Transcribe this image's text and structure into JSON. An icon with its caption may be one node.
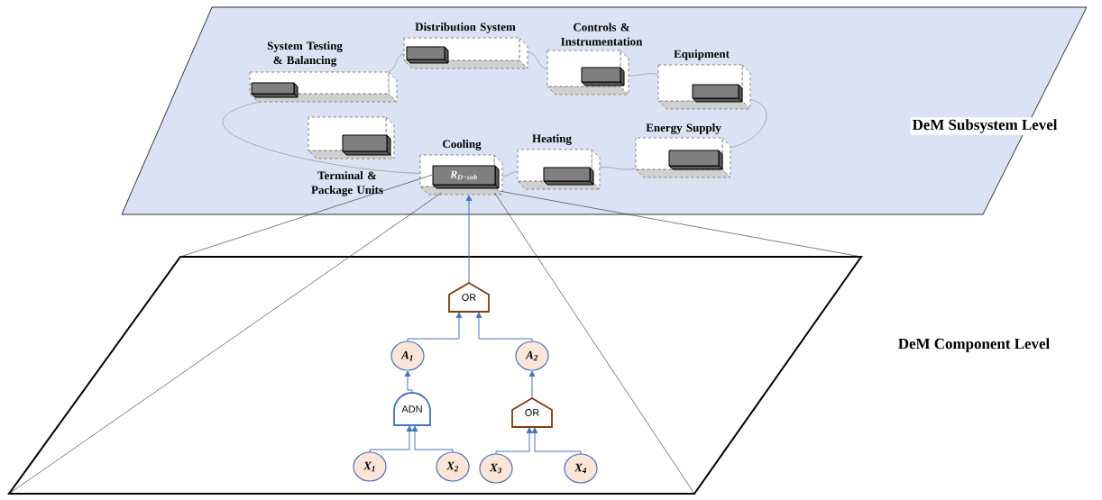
{
  "diagram": {
    "nodes": [
      {
        "text": [
          "DeM Subsystem Level"
        ]
      },
      {
        "text": [
          "System Testing & Balancing"
        ],
        "in": 0
      },
      {
        "text": [
          "Distribution System"
        ],
        "in": 0
      },
      {
        "text": [
          "Controls & Instrumentation"
        ],
        "in": 0
      },
      {
        "text": [
          "Equipment"
        ],
        "in": 0
      },
      {
        "text": [
          "Energy Supply"
        ],
        "in": 0
      },
      {
        "text": [
          "Heating"
        ],
        "in": 0
      },
      {
        "text": [
          "Cooling",
          "R$_{D−sub}$"
        ],
        "in": 0
      },
      {
        "text": [
          "Terminal & Package Units"
        ],
        "in": 0
      },
      {
        "text": [
          "DeM Component Level"
        ]
      },
      {
        "text": [
          "OR"
        ],
        "in": 9
      },
      {
        "text": [
          "A$_{1}$"
        ],
        "in": 9
      },
      {
        "text": [
          "A$_{2}$"
        ],
        "in": 9
      },
      {
        "text": [
          "ADN"
        ],
        "in": 9
      },
      {
        "text": [
          "OR"
        ],
        "in": 9
      },
      {
        "text": [
          "X$_{1}$"
        ],
        "in": 9
      },
      {
        "text": [
          "X$_{2}$"
        ],
        "in": 9
      },
      {
        "text": [
          "X$_{3}$"
        ],
        "in": 9
      },
      {
        "text": [
          "X$_{4}$"
        ],
        "in": 9
      }
    ],
    "edges": [
      {
        "from": 1,
        "to": 2,
        "arrow": "none",
        "color": "#a6a6a6"
      },
      {
        "from": 2,
        "to": 3,
        "arrow": "none",
        "color": "#a6a6a6"
      },
      {
        "from": 3,
        "to": 4,
        "arrow": "none",
        "color": "#a6a6a6"
      },
      {
        "from": 4,
        "to": 5,
        "arrow": "none",
        "color": "#a6a6a6"
      },
      {
        "from": 5,
        "to": 6,
        "arrow": "none",
        "color": "#a6a6a6"
      },
      {
        "from": 6,
        "to": 7,
        "arrow": "none",
        "color": "#a6a6a6"
      },
      {
        "from": 7,
        "to": 1,
        "arrow": "none",
        "color": "#a6a6a6"
      },
      {
        "from": 7,
        "to": 9,
        "arrow": "none",
        "color": "#262626"
      },
      {
        "from": 7,
        "to": 9,
        "arrow": "none",
        "color": "#262626"
      },
      {
        "from": 7,
        "to": 9,
        "arrow": "none",
        "color": "#262626"
      },
      {
        "from": 7,
        "to": 9,
        "arrow": "none",
        "color": "#262626"
      },
      {
        "from": 10,
        "to": 7,
        "arrow": "to"
      },
      {
        "from": 11,
        "to": 10,
        "arrow": "to"
      },
      {
        "from": 12,
        "to": 10,
        "arrow": "to"
      },
      {
        "from": 13,
        "to": 11,
        "arrow": "to"
      },
      {
        "from": 14,
        "to": 12,
        "arrow": "to"
      },
      {
        "from": 15,
        "to": 13,
        "arrow": "to"
      },
      {
        "from": 16,
        "to": 13,
        "arrow": "to"
      },
      {
        "from": 17,
        "to": 14,
        "arrow": "to"
      },
      {
        "from": 18,
        "to": 14,
        "arrow": "to"
      }
    ]
  }
}
